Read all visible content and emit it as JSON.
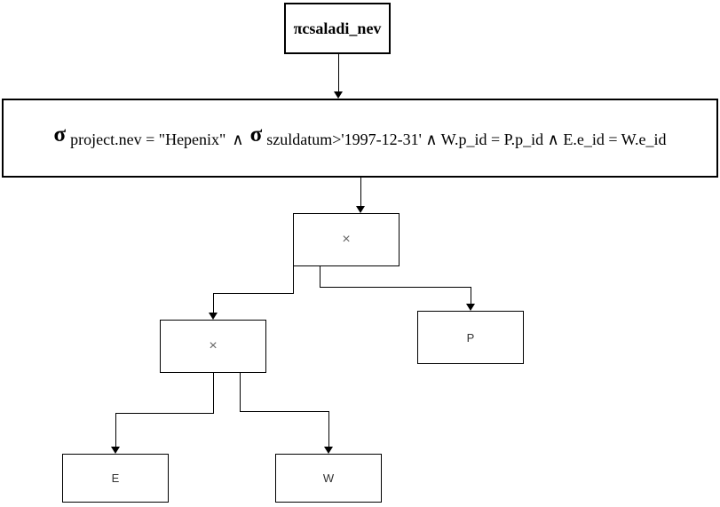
{
  "diagram": {
    "type": "relational-algebra-query-tree",
    "nodes": {
      "projection": {
        "label": "πcsaladi_nev"
      },
      "selection": {
        "parts": [
          {
            "text": "σ"
          },
          {
            "text": "project.nev = \"Hepenix\""
          },
          {
            "text": "∧"
          },
          {
            "text": "σ"
          },
          {
            "text": "szuldatum>'1997-12-31' ∧ W.p_id = P.p_id ∧ E.e_id = W.e_id"
          }
        ]
      },
      "cross_top": {
        "label": "×"
      },
      "cross_left": {
        "label": "×"
      },
      "relation_p": {
        "label": "P"
      },
      "relation_e": {
        "label": "E"
      },
      "relation_w": {
        "label": "W"
      }
    },
    "colors": {
      "border": "#000000",
      "background": "#ffffff",
      "cross_symbol": "#666666",
      "relation_label": "#333333",
      "text": "#000000"
    }
  }
}
